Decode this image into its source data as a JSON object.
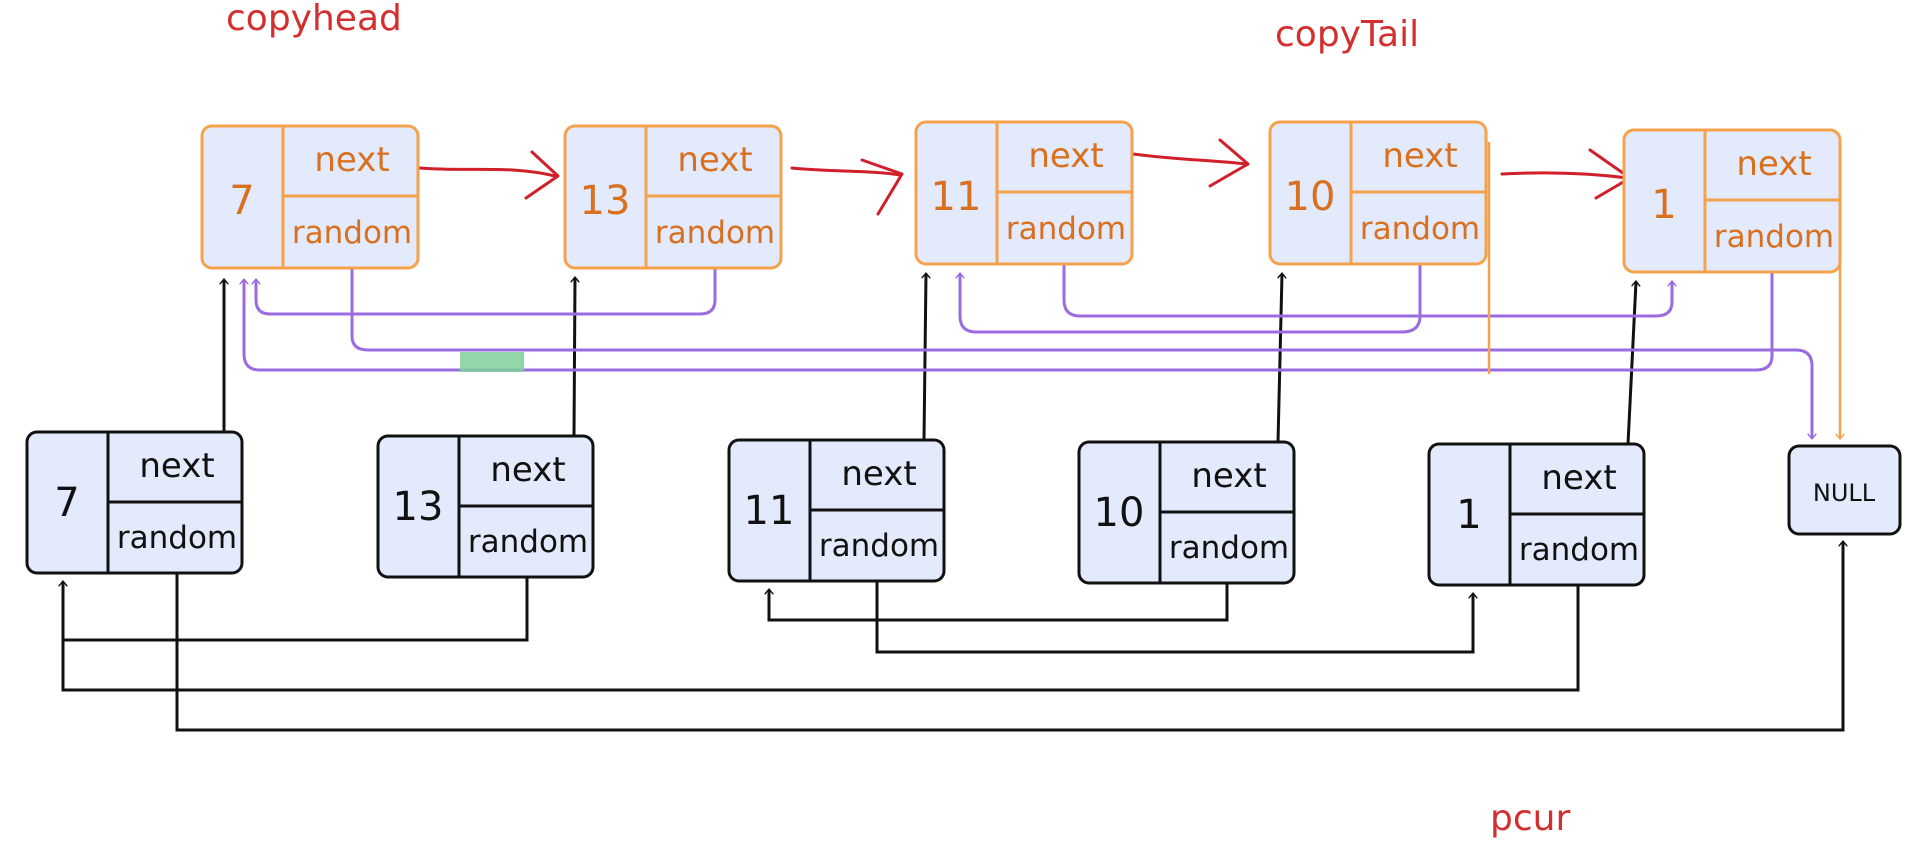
{
  "labels": {
    "copy_head": "copyhead",
    "copy_tail": "copyTail",
    "pcur": "pcur"
  },
  "null_node": "NULL",
  "field_labels": {
    "next": "next",
    "random": "random"
  },
  "copy_list": [
    {
      "val": "7"
    },
    {
      "val": "13"
    },
    {
      "val": "11"
    },
    {
      "val": "10"
    },
    {
      "val": "1"
    }
  ],
  "original_list": [
    {
      "val": "7"
    },
    {
      "val": "13"
    },
    {
      "val": "11"
    },
    {
      "val": "10"
    },
    {
      "val": "1"
    }
  ],
  "colors": {
    "copy_border": "#f5a24b",
    "copy_text": "#d9701f",
    "node_fill": "#e3eafc",
    "original_border": "#111111",
    "red_label": "#d32f2f",
    "red_arrow": "#d0202a",
    "purple_arrow": "#9b6be0",
    "black_arrow": "#111111"
  }
}
